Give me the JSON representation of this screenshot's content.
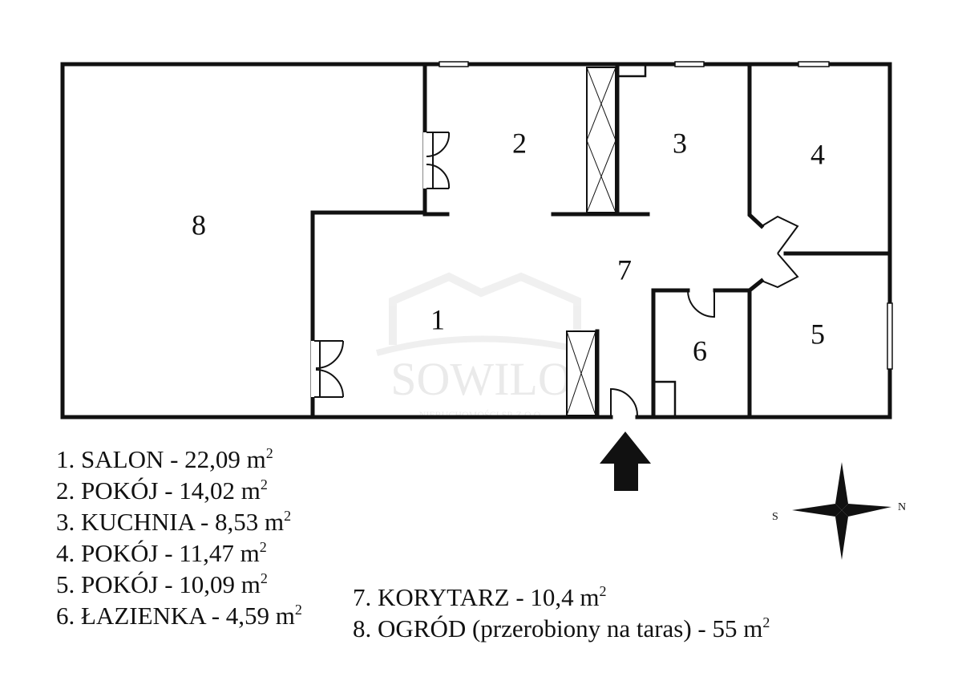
{
  "rooms": [
    {
      "num": "1"
    },
    {
      "num": "2"
    },
    {
      "num": "3"
    },
    {
      "num": "4"
    },
    {
      "num": "5"
    },
    {
      "num": "6"
    },
    {
      "num": "7"
    },
    {
      "num": "8"
    }
  ],
  "watermark": {
    "brand": "SOWILO",
    "sub": "NIERUCHOMOŚCI SP. Z O.O."
  },
  "compass": {
    "west": "S",
    "east": "N"
  },
  "legend": {
    "left": [
      {
        "text": "1. SALON - 22,09 m",
        "sup": "2"
      },
      {
        "text": "2. POKÓJ - 14,02 m",
        "sup": "2"
      },
      {
        "text": "3. KUCHNIA - 8,53 m",
        "sup": "2"
      },
      {
        "text": "4. POKÓJ - 11,47 m",
        "sup": "2"
      },
      {
        "text": "5. POKÓJ - 10,09 m",
        "sup": "2"
      },
      {
        "text": "6. ŁAZIENKA - 4,59 m",
        "sup": "2"
      }
    ],
    "right": [
      {
        "text": "7. KORYTARZ - 10,4 m",
        "sup": "2"
      },
      {
        "text": "8. OGRÓD (przerobiony na taras) - 55 m",
        "sup": "2"
      }
    ]
  }
}
